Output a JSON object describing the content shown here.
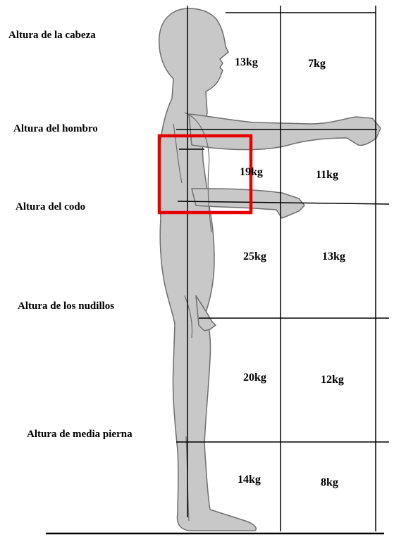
{
  "heights": [
    {
      "label": "Altura de la cabeza"
    },
    {
      "label": "Altura del hombro"
    },
    {
      "label": "Altura del codo"
    },
    {
      "label": "Altura de los nudillos"
    },
    {
      "label": "Altura de media pierna"
    }
  ],
  "weights": {
    "row1": {
      "near": "13kg",
      "far": "7kg"
    },
    "row2": {
      "near": "19kg",
      "far": "11kg"
    },
    "row3": {
      "near": "25kg",
      "far": "13kg"
    },
    "row4": {
      "near": "20kg",
      "far": "12kg"
    },
    "row5": {
      "near": "14kg",
      "far": "8kg"
    }
  },
  "colors": {
    "figure_fill": "#c8c8c8",
    "figure_stroke": "#6e6e6e",
    "line": "#000000",
    "highlight": "#e60000"
  }
}
